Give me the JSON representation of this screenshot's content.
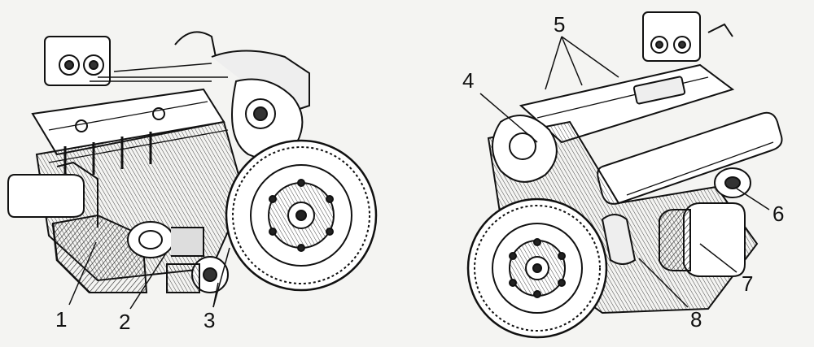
{
  "callouts": {
    "c1": "1",
    "c2": "2",
    "c3": "3",
    "c4": "4",
    "c5": "5",
    "c6": "6",
    "c7": "7",
    "c8": "8"
  },
  "palette": {
    "paper": "#f4f4f2",
    "ink": "#111111",
    "shade": "#444444"
  },
  "icons": [
    "engine-left-view",
    "engine-right-view"
  ]
}
